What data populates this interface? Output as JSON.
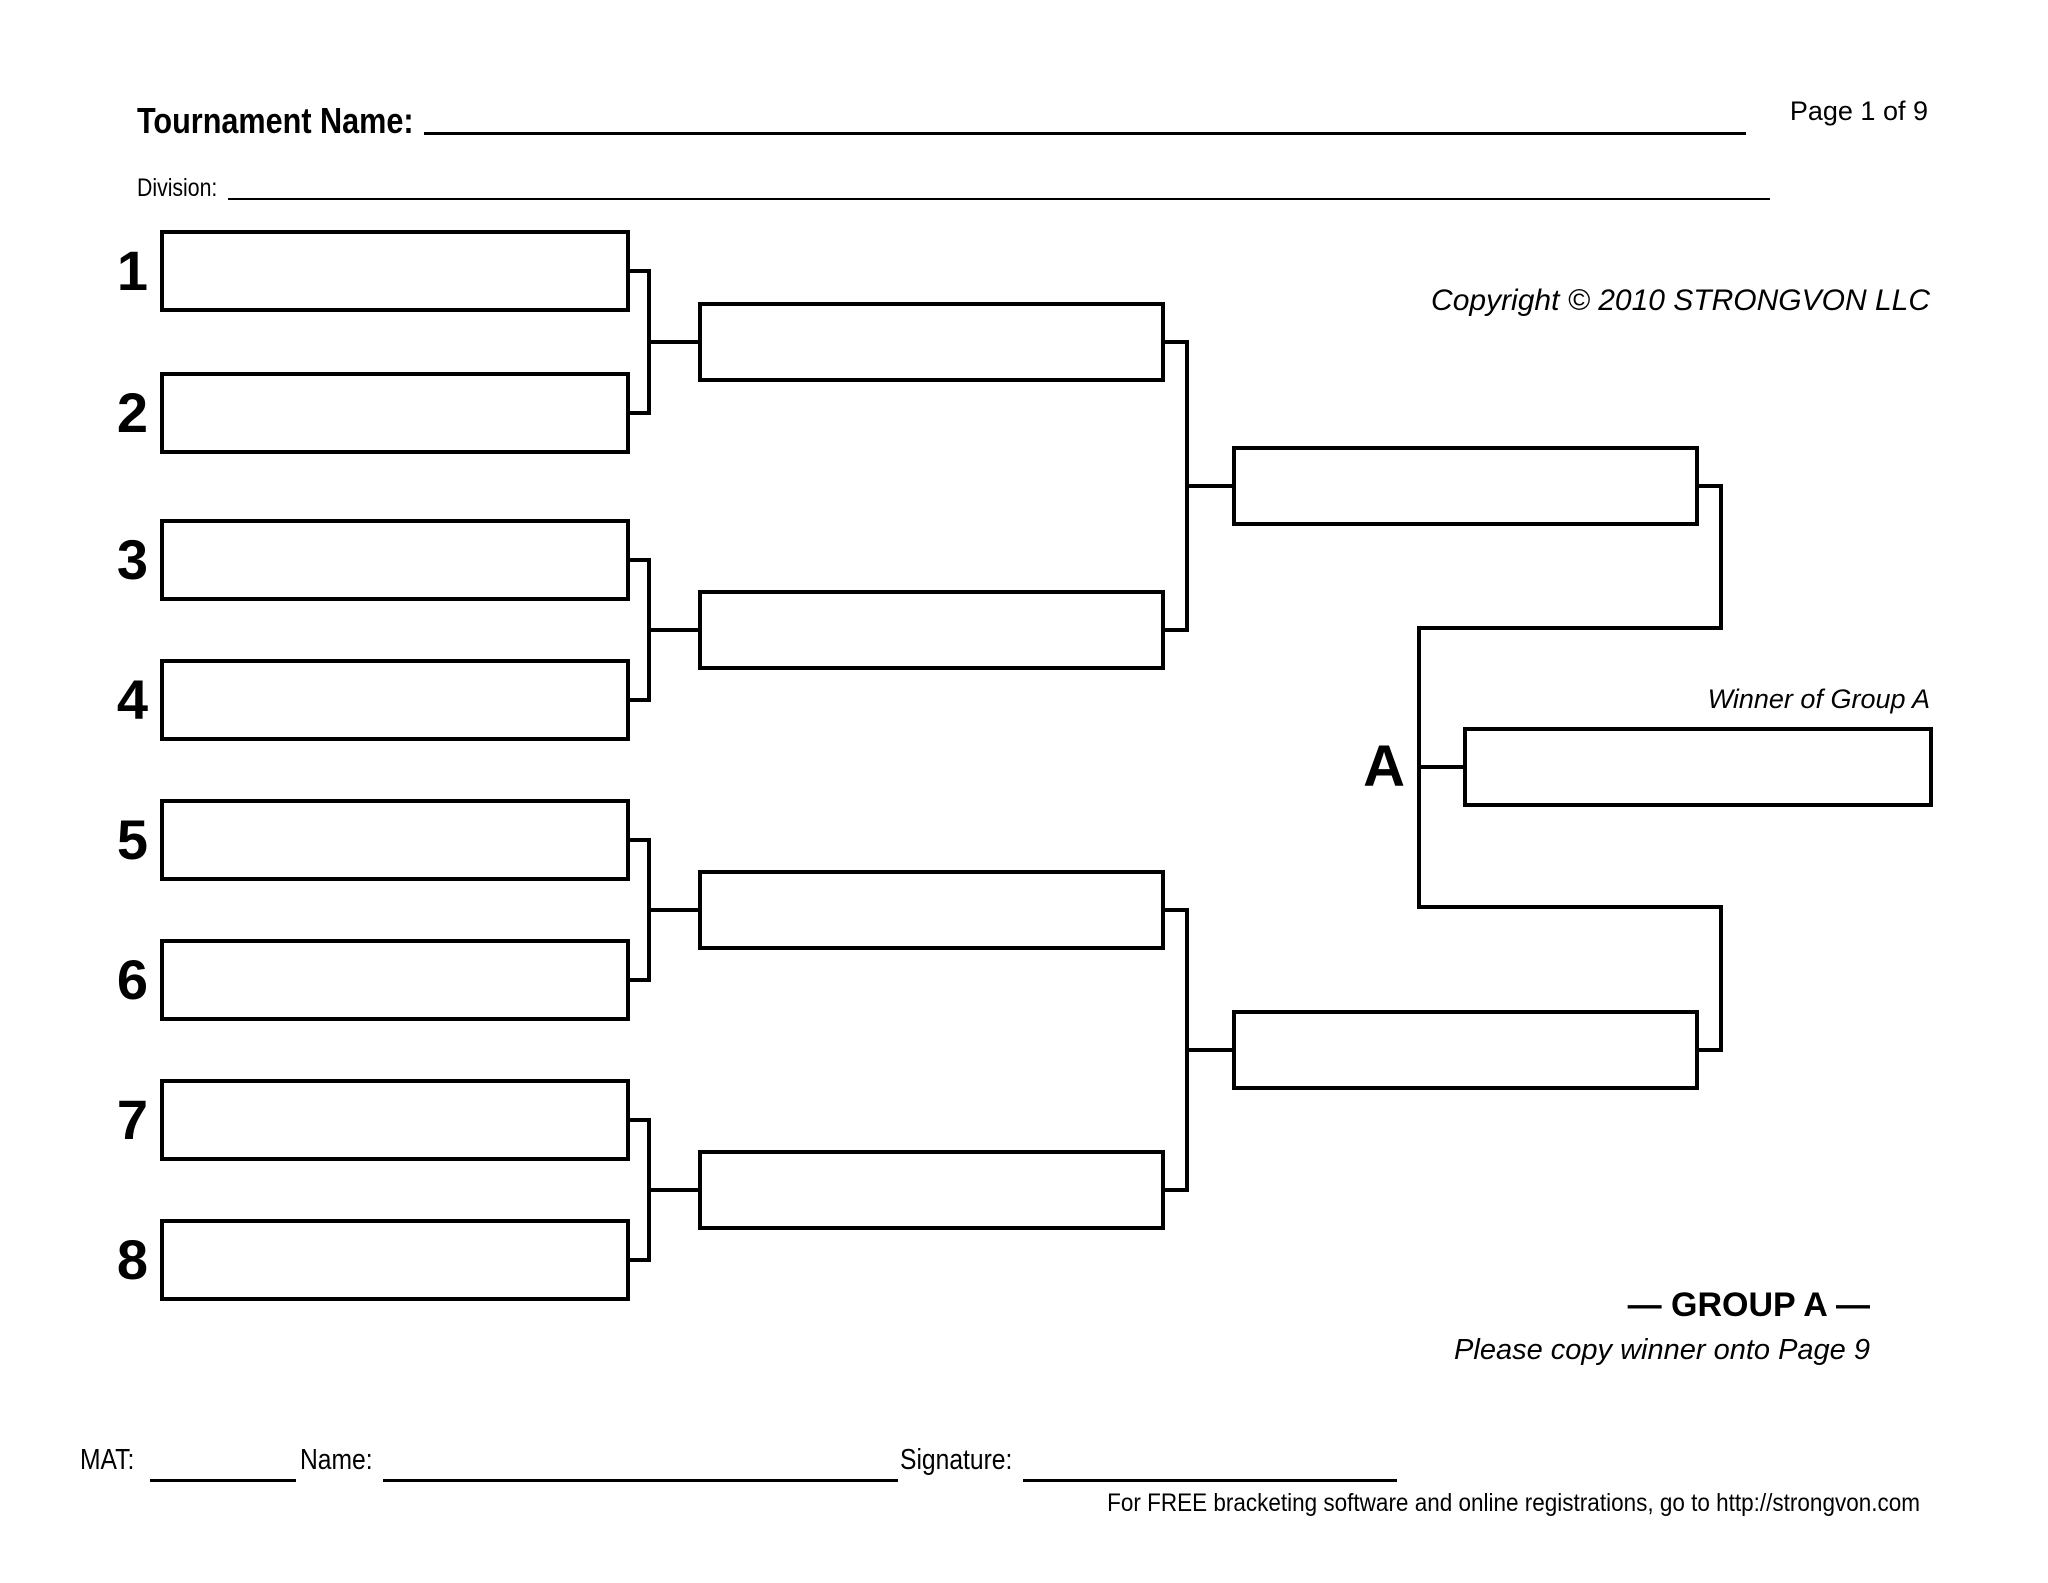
{
  "header": {
    "tournament_label": "Tournament Name:",
    "page_indicator": "Page 1 of 9",
    "division_label": "Division:"
  },
  "bracket": {
    "seeds": [
      "1",
      "2",
      "3",
      "4",
      "5",
      "6",
      "7",
      "8"
    ],
    "group_letter": "A",
    "winner_caption": "Winner of Group A"
  },
  "annotations": {
    "copyright": "Copyright © 2010 STRONGVON LLC",
    "group_title": "— GROUP A —",
    "copy_note": "Please copy winner onto Page 9"
  },
  "footer": {
    "mat_label": "MAT:",
    "name_label": "Name:",
    "signature_label": "Signature:",
    "promo_note": "For FREE bracketing software and online registrations, go to http://strongvon.com"
  }
}
